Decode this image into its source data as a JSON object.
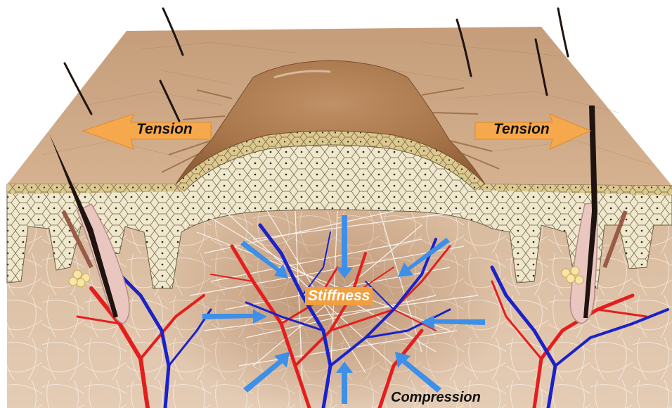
{
  "labels": {
    "tension_left": "Tension",
    "tension_right": "Tension",
    "stiffness": "Stiffness",
    "compression": "Compression"
  },
  "colors": {
    "skin_surface": "#c9a17e",
    "epidermis": "#eee6c8",
    "dermis": "#dcc0a6",
    "scar": "#a7744a",
    "artery": "#e41e1e",
    "vein": "#1a22c8",
    "force_arrow": "#3d8fe8",
    "tension_arrow": "#f6a84c",
    "hair": "#1f1410"
  },
  "icons": [
    "tension-arrow-left-icon",
    "tension-arrow-right-icon",
    "compression-arrow-icon",
    "hair-follicle-icon"
  ]
}
